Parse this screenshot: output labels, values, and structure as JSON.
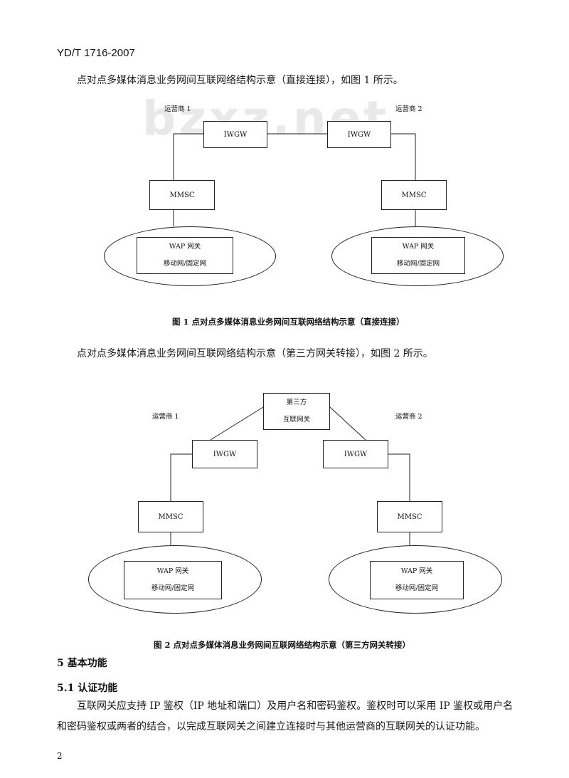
{
  "header": {
    "doc_code": "YD/T 1716-2007"
  },
  "watermark": "bzxz.net",
  "intro1": "点对点多媒体消息业务网间互联网络结构示意（直接连接），如图 1 所示。",
  "figure1": {
    "operator1": "运营商 1",
    "operator2": "运营商 2",
    "iwgw_left": "IWGW",
    "iwgw_right": "IWGW",
    "mmsc_left": "MMSC",
    "mmsc_right": "MMSC",
    "wap_left": "WAP 网关",
    "net_left": "移动网/固定网",
    "wap_right": "WAP 网关",
    "net_right": "移动网/固定网",
    "caption": "图 1   点对点多媒体消息业务网间互联网络结构示意（直接连接）"
  },
  "intro2": "点对点多媒体消息业务网间互联网络结构示意（第三方网关转接），如图 2 所示。",
  "figure2": {
    "third_party_line1": "第三方",
    "third_party_line2": "互联网关",
    "operator1": "运营商 1",
    "operator2": "运营商 2",
    "iwgw_left": "IWGW",
    "iwgw_right": "IWGW",
    "mmsc_left": "MMSC",
    "mmsc_right": "MMSC",
    "wap_left": "WAP 网关",
    "net_left": "移动网/固定网",
    "wap_right": "WAP 网关",
    "net_right": "移动网/固定网",
    "caption": "图 2   点对点多媒体消息业务网间互联网络结构示意（第三方网关转接）"
  },
  "section5": {
    "title": "5    基本功能"
  },
  "section5_1": {
    "title": "5.1   认证功能",
    "line1": "互联网关应支持 IP 鉴权（IP 地址和端口）及用户名和密码鉴权。鉴权时可以采用 IP 鉴权或用户名",
    "line2": "和密码鉴权或两者的结合，以完成互联网关之间建立连接时与其他运营商的互联网关的认证功能。"
  },
  "page_number": "2"
}
